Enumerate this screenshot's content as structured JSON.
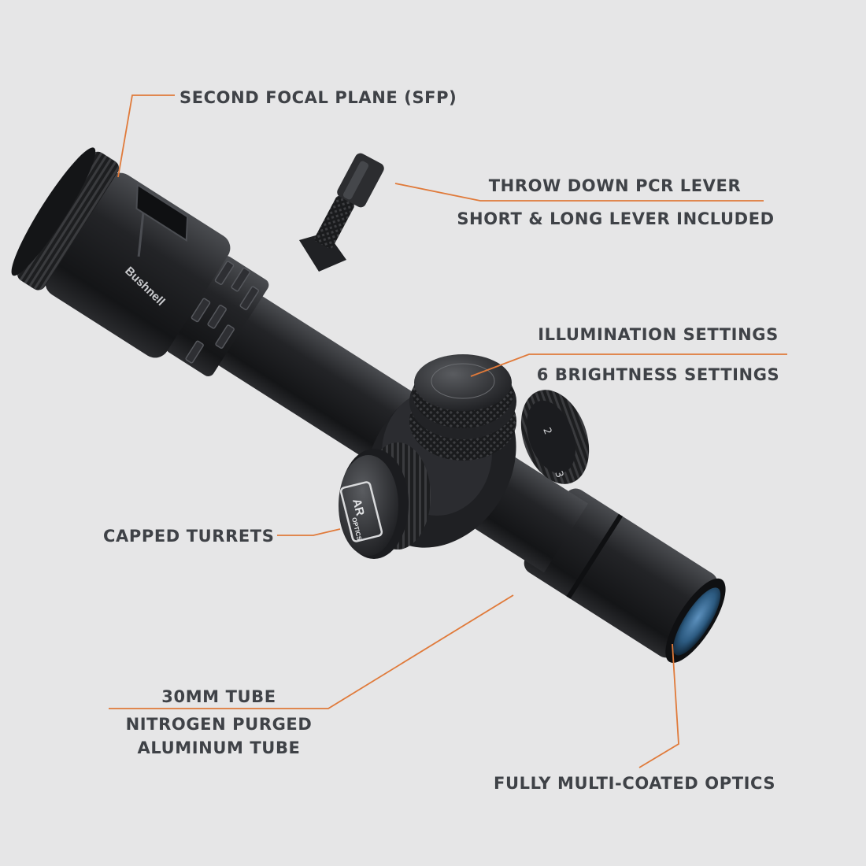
{
  "callouts": {
    "sfp": {
      "title": "SECOND FOCAL PLANE (SFP)"
    },
    "lever": {
      "title": "THROW DOWN PCR LEVER",
      "subtitle": "SHORT & LONG LEVER INCLUDED"
    },
    "illumination": {
      "title": "ILLUMINATION SETTINGS",
      "subtitle": "6 BRIGHTNESS SETTINGS"
    },
    "turrets": {
      "title": "CAPPED TURRETS"
    },
    "tube": {
      "title": "30MM TUBE",
      "subtitle_line1": "NITROGEN PURGED",
      "subtitle_line2": "ALUMINUM TUBE"
    },
    "optics": {
      "title": "FULLY MULTI-COATED OPTICS"
    }
  },
  "scope": {
    "brand_text": "Bushnell",
    "turret_badge_line1": "AR",
    "turret_badge_line2": "OPTICS",
    "magnification_marks": [
      "2",
      "3"
    ]
  },
  "colors": {
    "background": "#e6e6e7",
    "text": "#3f4247",
    "leader_line": "#e07a3a",
    "scope_body": "#1c1d1f",
    "lens": "#3a6f9a"
  }
}
